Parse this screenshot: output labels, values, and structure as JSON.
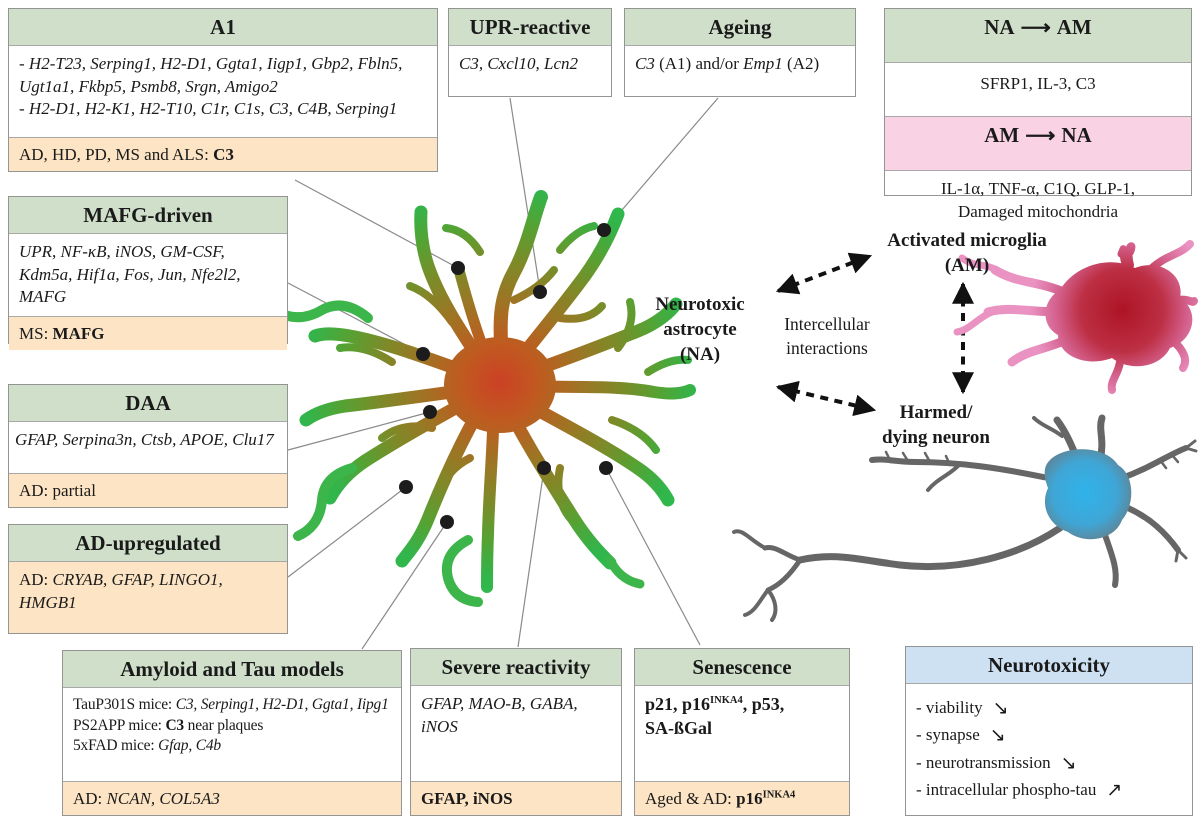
{
  "figure": {
    "boxes": {
      "a1": {
        "title": "A1",
        "genes_1": "- H2-T23, Serping1, H2-D1, Ggta1, Iigp1, Gbp2, Fbln5, Ugt1a1, Fkbp5, Psmb8, Srgn, Amigo2",
        "genes_2": "- H2-D1, H2-K1, H2-T10, C1r, C1s, C3, C4B, Serping1",
        "footer_text": "AD, HD, PD, MS and ALS: ",
        "footer_bold": "C3"
      },
      "upr": {
        "title": "UPR-reactive",
        "genes": "C3, Cxcl10, Lcn2"
      },
      "ageing": {
        "title": "Ageing",
        "gene_1": "C3",
        "mid": " (A1) and/or ",
        "gene_2": "Emp1",
        "end": " (A2)"
      },
      "na_am": {
        "title_left": "NA",
        "title_right": "AM",
        "arrow": "⟶",
        "na_am_factors": "SFRP1, IL-3, C3",
        "title2_left": "AM",
        "title2_right": "NA",
        "am_na_factors_1": "IL-1α, TNF-α, C1Q, GLP-1,",
        "am_na_factors_2": "Damaged mitochondria"
      },
      "mafg": {
        "title": "MAFG-driven",
        "genes": "UPR, NF-κB, iNOS, GM-CSF, Kdm5a, Hif1a, Fos, Jun, Nfe2l2, MAFG",
        "footer_text": "MS: ",
        "footer_bold": "MAFG"
      },
      "daa": {
        "title": "DAA",
        "genes": "GFAP, Serpina3n, Ctsb, APOE, Clu17",
        "footer_text": "AD: partial"
      },
      "ad_up": {
        "title": "AD-upregulated",
        "prefix": "AD: ",
        "genes": "CRYAB, GFAP, LINGO1, HMGB1"
      },
      "amyloid": {
        "title": "Amyloid and Tau models",
        "row1_label": "TauP301S mice: ",
        "row1_genes": "C3, Serping1, H2-D1, Ggta1, Iipg1",
        "row2_label": "PS2APP mice: ",
        "row2_bold": "C3",
        "row2_rest": " near plaques",
        "row3_label": "5xFAD mice: ",
        "row3_genes": "Gfap, C4b",
        "footer_text": "AD: ",
        "footer_genes": "NCAN, COL5A3"
      },
      "severe": {
        "title": "Severe reactivity",
        "genes": "GFAP, MAO-B, GABA, iNOS",
        "footer_bold": "GFAP, iNOS"
      },
      "senescence": {
        "title": "Senescence",
        "b1": "p21, p16",
        "sup1": "INKA4",
        "b2": ", p53,",
        "b3": "SA-ßGal",
        "footer_text": "Aged & AD: ",
        "footer_bold": "p16",
        "footer_sup": "INKA4"
      },
      "neurotoxicity": {
        "title": "Neurotoxicity",
        "items": [
          {
            "label": "- viability",
            "arrow": "↘"
          },
          {
            "label": "- synapse",
            "arrow": "↘"
          },
          {
            "label": "- neurotransmission",
            "arrow": "↘"
          },
          {
            "label": "- intracellular phospho-tau",
            "arrow": "↗"
          }
        ]
      }
    },
    "labels": {
      "astrocyte_1": "Neurotoxic",
      "astrocyte_2": "astrocyte",
      "astrocyte_3": "(NA)",
      "interactions_1": "Intercellular",
      "interactions_2": "interactions",
      "microglia_1": "Activated microglia",
      "microglia_2": "(AM)",
      "neuron_1": "Harmed/",
      "neuron_2": "dying neuron"
    },
    "colors": {
      "header_green": "#cfdfca",
      "footer_peach": "#fce4c4",
      "header_pink": "#f9d2e3",
      "header_blue": "#cde1f3",
      "astrocyte_center_red": "#cc4125",
      "astrocyte_tip_green": "#2eba4e",
      "microglia_pink": "#ea92c2",
      "microglia_red": "#ad1425",
      "neuron_gray": "#666666",
      "neuron_soma_blue": "#2fb3ea"
    }
  }
}
